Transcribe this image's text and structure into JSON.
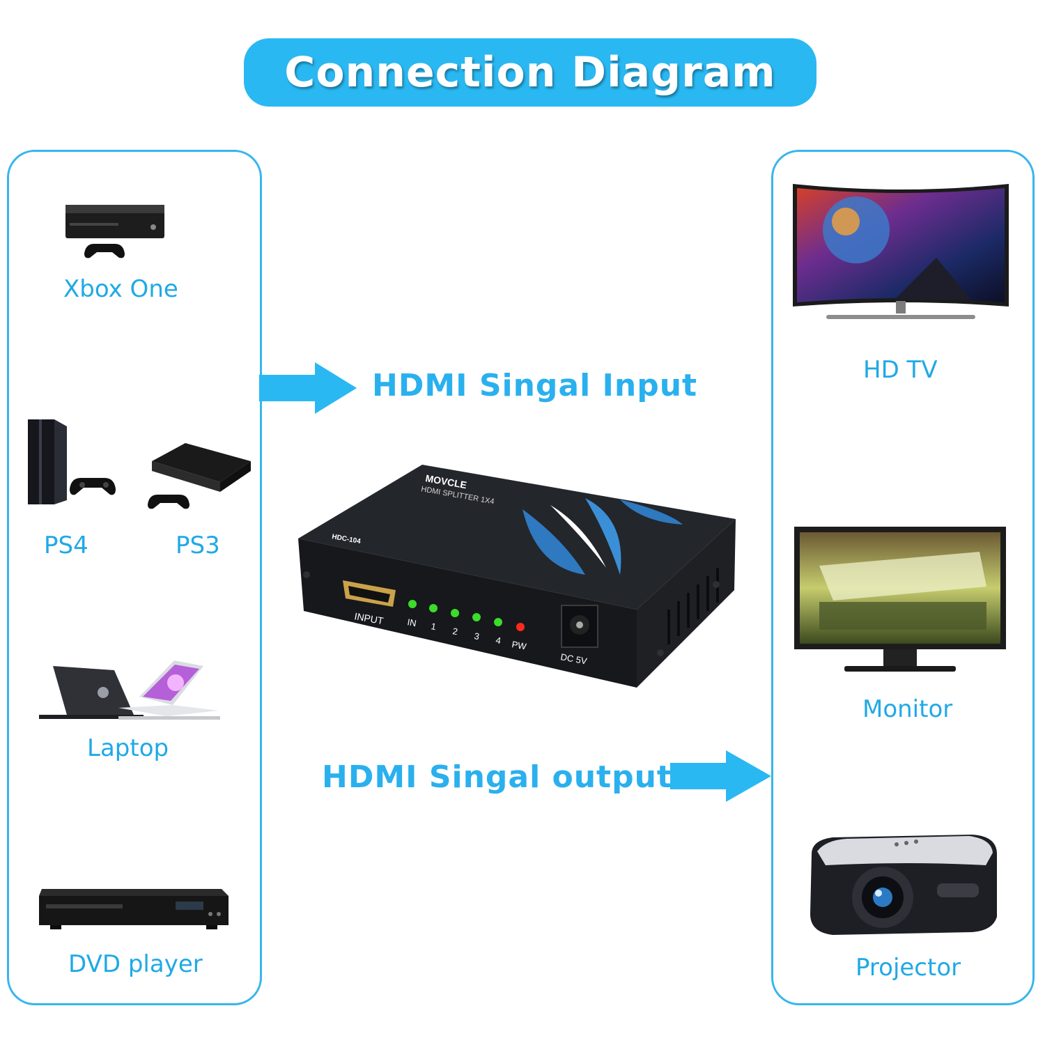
{
  "title": "Connection Diagram",
  "input_devices": {
    "xbox": "Xbox One",
    "ps4": "PS4",
    "ps3": "PS3",
    "laptop": "Laptop",
    "dvd": "DVD player"
  },
  "output_devices": {
    "tv": "HD TV",
    "monitor": "Monitor",
    "projector": "Projector"
  },
  "flow": {
    "input": "HDMI Singal Input",
    "output": "HDMI Singal output"
  },
  "splitter": {
    "brand": "MOVCLE",
    "product": "HDMI SPLITTER 1X4",
    "model": "HDC-104",
    "input_port": "INPUT",
    "leds": [
      "IN",
      "1",
      "2",
      "3",
      "4",
      "PW"
    ],
    "power_port": "DC 5V"
  },
  "colors": {
    "accent": "#2ab8f2",
    "led_on": "#3bdc2a",
    "led_power": "#ff2a1a"
  }
}
